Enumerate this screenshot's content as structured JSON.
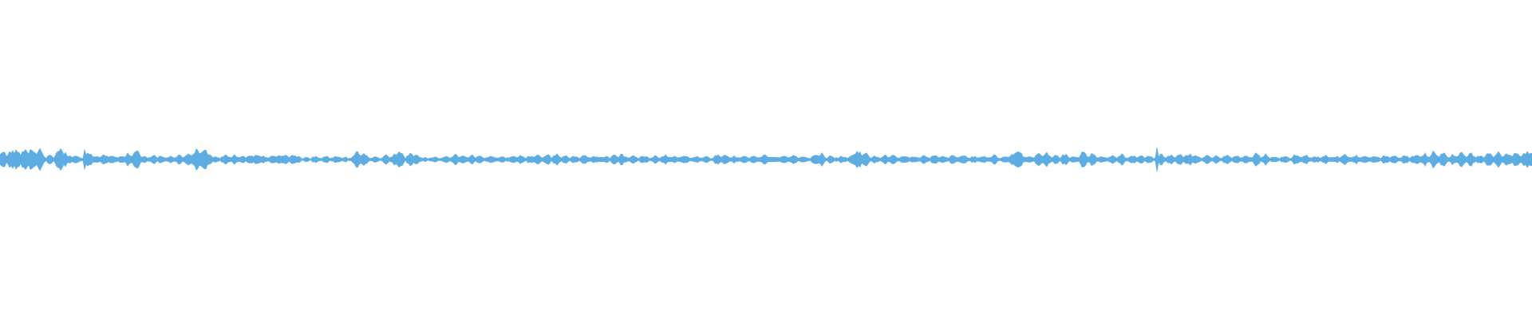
{
  "waveform": {
    "color": "#5dade2",
    "background": "#ffffff",
    "bursts": [
      [
        0,
        0.3
      ],
      [
        0.2,
        0.45
      ],
      [
        0.7,
        0.55
      ],
      [
        1.1,
        0.6
      ],
      [
        1.6,
        0.55
      ],
      [
        2.1,
        0.7
      ],
      [
        2.6,
        0.6
      ],
      [
        3.3,
        0.25
      ],
      [
        3.9,
        0.75
      ],
      [
        4.2,
        0.4
      ],
      [
        4.6,
        0.2
      ],
      [
        5.0,
        0.25
      ],
      [
        5.5,
        1.0
      ],
      [
        5.8,
        0.45
      ],
      [
        6.3,
        0.25
      ],
      [
        6.8,
        0.3
      ],
      [
        7.3,
        0.2
      ],
      [
        7.9,
        0.2
      ],
      [
        8.4,
        0.35
      ],
      [
        8.9,
        0.55
      ],
      [
        9.4,
        0.2
      ],
      [
        10.0,
        0.25
      ],
      [
        10.5,
        0.2
      ],
      [
        11.2,
        0.2
      ],
      [
        11.7,
        0.25
      ],
      [
        12.3,
        0.35
      ],
      [
        12.8,
        0.55
      ],
      [
        13.3,
        0.65
      ],
      [
        13.6,
        0.35
      ],
      [
        14.1,
        0.2
      ],
      [
        14.7,
        0.25
      ],
      [
        15.3,
        0.25
      ],
      [
        15.8,
        0.2
      ],
      [
        16.3,
        0.25
      ],
      [
        16.8,
        0.3
      ],
      [
        17.2,
        0.2
      ],
      [
        17.8,
        0.25
      ],
      [
        18.2,
        0.2
      ],
      [
        18.6,
        0.25
      ],
      [
        19.1,
        0.3
      ],
      [
        19.4,
        0.2
      ],
      [
        20.6,
        0.2
      ],
      [
        21.3,
        0.2
      ],
      [
        22.0,
        0.2
      ],
      [
        23.3,
        0.45
      ],
      [
        23.8,
        0.35
      ],
      [
        24.5,
        0.2
      ],
      [
        25.2,
        0.25
      ],
      [
        25.8,
        0.35
      ],
      [
        26.1,
        0.45
      ],
      [
        26.8,
        0.35
      ],
      [
        27.2,
        0.25
      ],
      [
        28.4,
        0.15
      ],
      [
        29.1,
        0.2
      ],
      [
        29.7,
        0.3
      ],
      [
        30.2,
        0.2
      ],
      [
        30.8,
        0.25
      ],
      [
        31.3,
        0.2
      ],
      [
        32.1,
        0.2
      ],
      [
        32.8,
        0.15
      ],
      [
        33.5,
        0.2
      ],
      [
        34.0,
        0.25
      ],
      [
        34.6,
        0.2
      ],
      [
        35.1,
        0.25
      ],
      [
        35.7,
        0.3
      ],
      [
        36.3,
        0.3
      ],
      [
        36.9,
        0.2
      ],
      [
        37.5,
        0.2
      ],
      [
        38.1,
        0.25
      ],
      [
        38.8,
        0.2
      ],
      [
        39.5,
        0.2
      ],
      [
        40.1,
        0.25
      ],
      [
        40.6,
        0.3
      ],
      [
        41.3,
        0.2
      ],
      [
        42.0,
        0.25
      ],
      [
        42.8,
        0.2
      ],
      [
        43.4,
        0.25
      ],
      [
        44.0,
        0.2
      ],
      [
        44.7,
        0.25
      ],
      [
        45.4,
        0.2
      ],
      [
        46.1,
        0.2
      ],
      [
        46.8,
        0.25
      ],
      [
        47.3,
        0.3
      ],
      [
        47.9,
        0.2
      ],
      [
        48.6,
        0.2
      ],
      [
        49.2,
        0.2
      ],
      [
        49.9,
        0.25
      ],
      [
        50.5,
        0.2
      ],
      [
        51.2,
        0.2
      ],
      [
        51.8,
        0.25
      ],
      [
        52.4,
        0.2
      ],
      [
        53.2,
        0.3
      ],
      [
        53.6,
        0.35
      ],
      [
        54.2,
        0.2
      ],
      [
        55.0,
        0.2
      ],
      [
        55.6,
        0.3
      ],
      [
        56.0,
        0.55
      ],
      [
        56.5,
        0.35
      ],
      [
        57.1,
        0.2
      ],
      [
        57.8,
        0.25
      ],
      [
        58.3,
        0.3
      ],
      [
        59.0,
        0.2
      ],
      [
        59.7,
        0.2
      ],
      [
        60.3,
        0.25
      ],
      [
        61.0,
        0.3
      ],
      [
        61.6,
        0.2
      ],
      [
        62.2,
        0.25
      ],
      [
        62.9,
        0.3
      ],
      [
        63.6,
        0.2
      ],
      [
        64.2,
        0.2
      ],
      [
        64.9,
        0.25
      ],
      [
        65.6,
        0.2
      ],
      [
        66.1,
        0.4
      ],
      [
        66.5,
        0.45
      ],
      [
        67.1,
        0.2
      ],
      [
        67.8,
        0.35
      ],
      [
        68.3,
        0.4
      ],
      [
        68.9,
        0.25
      ],
      [
        69.5,
        0.3
      ],
      [
        70.1,
        0.2
      ],
      [
        70.7,
        0.45
      ],
      [
        71.3,
        0.35
      ],
      [
        71.9,
        0.2
      ],
      [
        72.6,
        0.2
      ],
      [
        73.2,
        0.3
      ],
      [
        73.9,
        0.25
      ],
      [
        74.5,
        0.2
      ],
      [
        75.0,
        0.2
      ],
      [
        75.5,
        1.0
      ],
      [
        75.8,
        0.3
      ],
      [
        76.4,
        0.25
      ],
      [
        77.0,
        0.3
      ],
      [
        77.6,
        0.35
      ],
      [
        78.1,
        0.25
      ],
      [
        78.8,
        0.25
      ],
      [
        79.4,
        0.2
      ],
      [
        80.1,
        0.3
      ],
      [
        80.7,
        0.25
      ],
      [
        81.3,
        0.2
      ],
      [
        82.0,
        0.35
      ],
      [
        82.6,
        0.3
      ],
      [
        83.2,
        0.2
      ],
      [
        83.9,
        0.2
      ],
      [
        84.6,
        0.3
      ],
      [
        85.2,
        0.25
      ],
      [
        85.9,
        0.2
      ],
      [
        86.5,
        0.25
      ],
      [
        87.2,
        0.2
      ],
      [
        87.8,
        0.3
      ],
      [
        88.5,
        0.25
      ],
      [
        89.1,
        0.2
      ],
      [
        89.7,
        0.2
      ],
      [
        90.4,
        0.25
      ],
      [
        91.0,
        0.2
      ],
      [
        91.7,
        0.25
      ],
      [
        92.4,
        0.3
      ],
      [
        93.0,
        0.35
      ],
      [
        93.6,
        0.45
      ],
      [
        94.2,
        0.4
      ],
      [
        94.9,
        0.3
      ],
      [
        95.4,
        0.45
      ],
      [
        96.0,
        0.35
      ],
      [
        96.6,
        0.25
      ],
      [
        97.2,
        0.4
      ],
      [
        97.8,
        0.45
      ],
      [
        98.4,
        0.4
      ],
      [
        99.0,
        0.45
      ],
      [
        99.6,
        0.45
      ],
      [
        100,
        0.4
      ]
    ]
  }
}
